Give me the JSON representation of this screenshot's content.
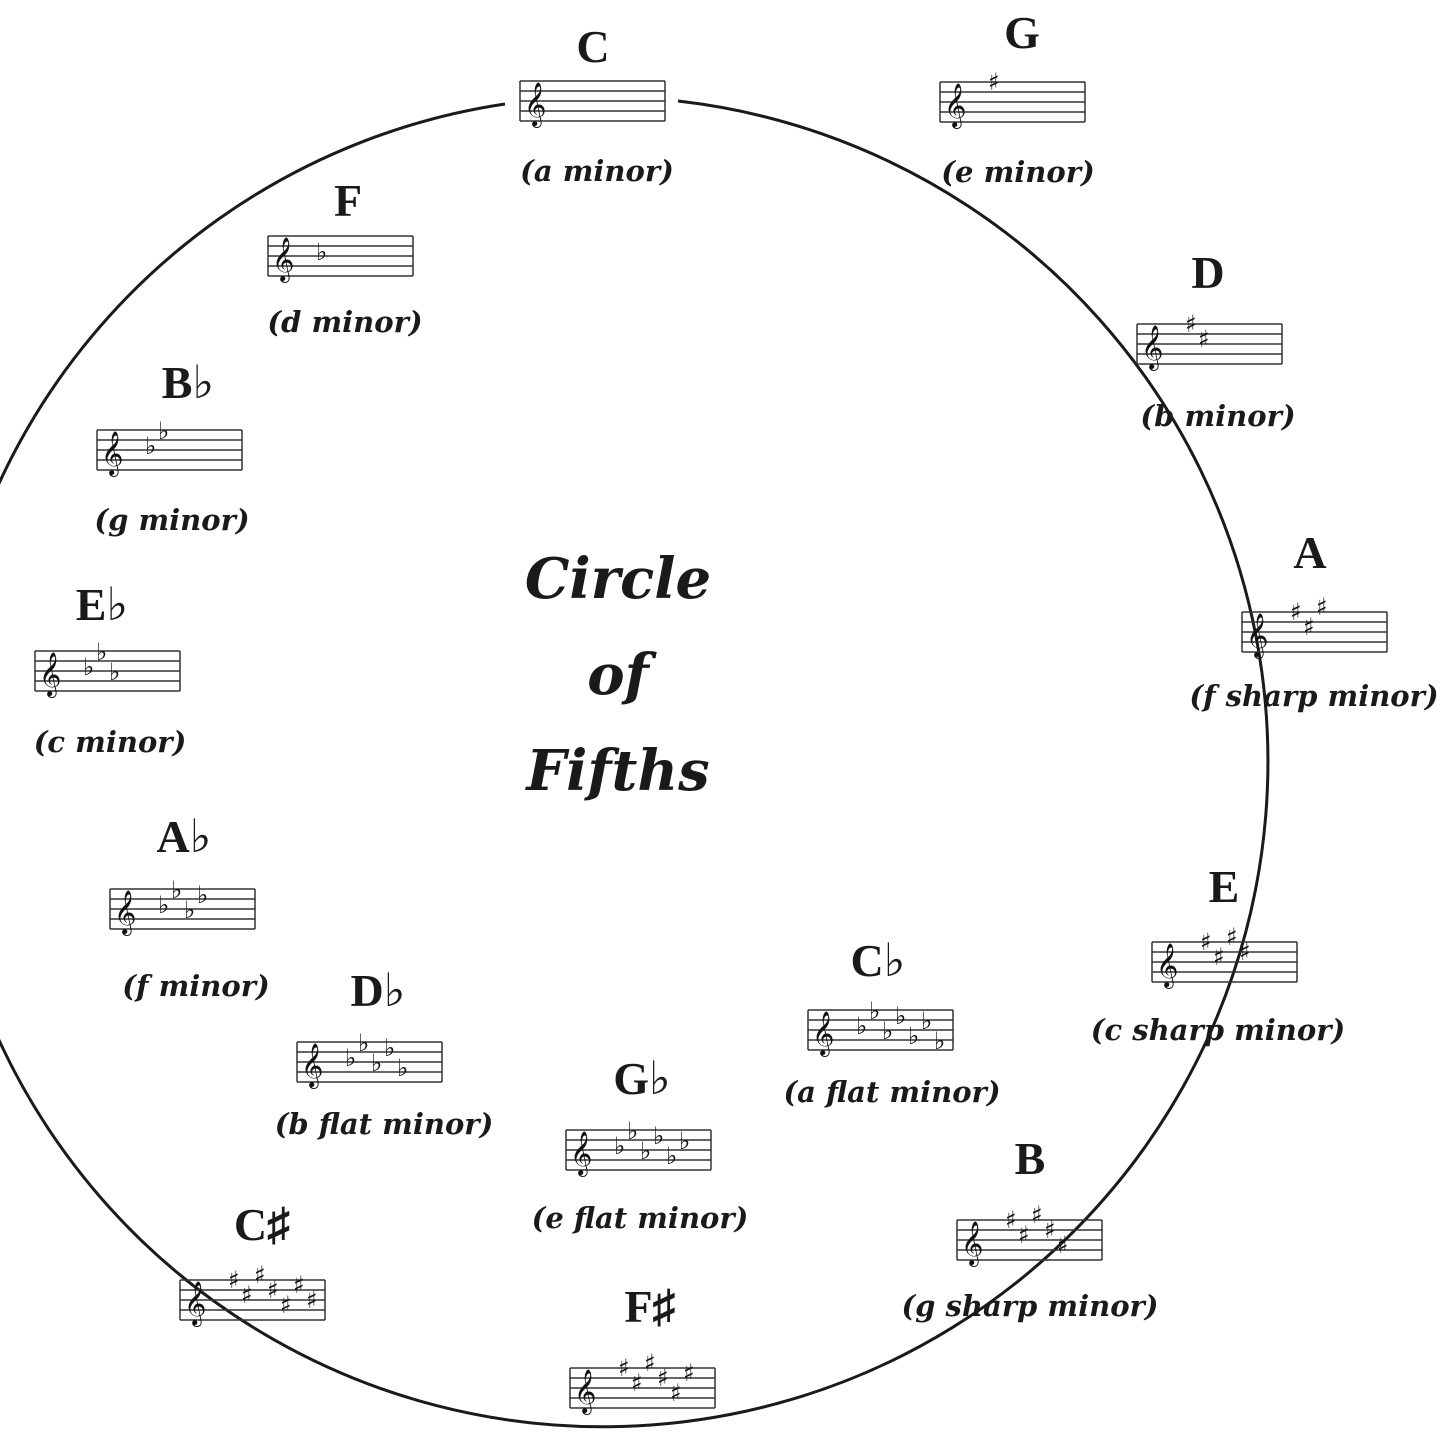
{
  "title_lines": [
    "Circle",
    "of",
    "Fifths"
  ],
  "colors": {
    "ink": "#1a1a1a",
    "background": "#ffffff"
  },
  "keys": [
    {
      "id": "c",
      "major": "C",
      "minor": "(a minor)",
      "accidental": "none",
      "count": 0
    },
    {
      "id": "g",
      "major": "G",
      "minor": "(e minor)",
      "accidental": "sharp",
      "count": 1
    },
    {
      "id": "d",
      "major": "D",
      "minor": "(b minor)",
      "accidental": "sharp",
      "count": 2
    },
    {
      "id": "a",
      "major": "A",
      "minor": "(f sharp minor)",
      "accidental": "sharp",
      "count": 3
    },
    {
      "id": "e",
      "major": "E",
      "minor": "(c sharp minor)",
      "accidental": "sharp",
      "count": 4
    },
    {
      "id": "b",
      "major": "B",
      "minor": "(g sharp minor)",
      "accidental": "sharp",
      "count": 5
    },
    {
      "id": "f-sharp",
      "major": "F♯",
      "minor": "",
      "accidental": "sharp",
      "count": 6
    },
    {
      "id": "c-sharp",
      "major": "C♯",
      "minor": "",
      "accidental": "sharp",
      "count": 7
    },
    {
      "id": "c-flat",
      "major": "C♭",
      "minor": "(a flat minor)",
      "accidental": "flat",
      "count": 7
    },
    {
      "id": "g-flat",
      "major": "G♭",
      "minor": "(e flat minor)",
      "accidental": "flat",
      "count": 6
    },
    {
      "id": "d-flat",
      "major": "D♭",
      "minor": "(b flat minor)",
      "accidental": "flat",
      "count": 5
    },
    {
      "id": "a-flat",
      "major": "A♭",
      "minor": "(f minor)",
      "accidental": "flat",
      "count": 4
    },
    {
      "id": "e-flat",
      "major": "E♭",
      "minor": "(c minor)",
      "accidental": "flat",
      "count": 3
    },
    {
      "id": "b-flat",
      "major": "B♭",
      "minor": "(g minor)",
      "accidental": "flat",
      "count": 2
    },
    {
      "id": "f",
      "major": "F",
      "minor": "(d minor)",
      "accidental": "flat",
      "count": 1
    }
  ]
}
